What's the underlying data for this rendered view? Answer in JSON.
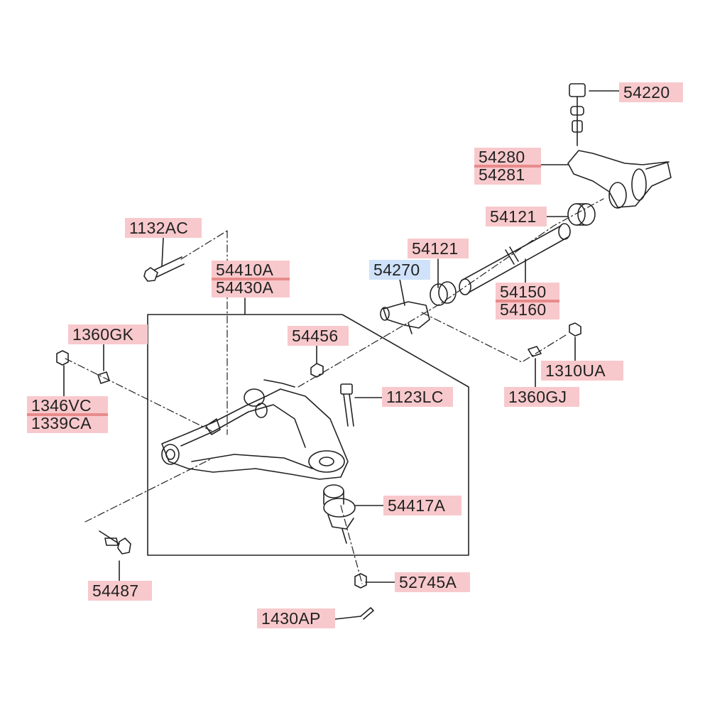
{
  "colors": {
    "label_bg": "#f8c9cc",
    "label_highlight_bg": "#cfe2fa",
    "line": "#222222"
  },
  "labels": {
    "p54220": "54220",
    "p54280": "54280",
    "p54281": "54281",
    "p54121_right": "54121",
    "p1132AC": "1132AC",
    "p54121_mid": "54121",
    "p54270": "54270",
    "p54410A": "54410A",
    "p54430A": "54430A",
    "p54150": "54150",
    "p54160": "54160",
    "p1360GK": "1360GK",
    "p54456": "54456",
    "p1310UA": "1310UA",
    "p1346VC": "1346VC",
    "p1339CA": "1339CA",
    "p1123LC": "1123LC",
    "p1360GJ": "1360GJ",
    "p54417A": "54417A",
    "p54487": "54487",
    "p52745A": "52745A",
    "p1430AP": "1430AP"
  }
}
